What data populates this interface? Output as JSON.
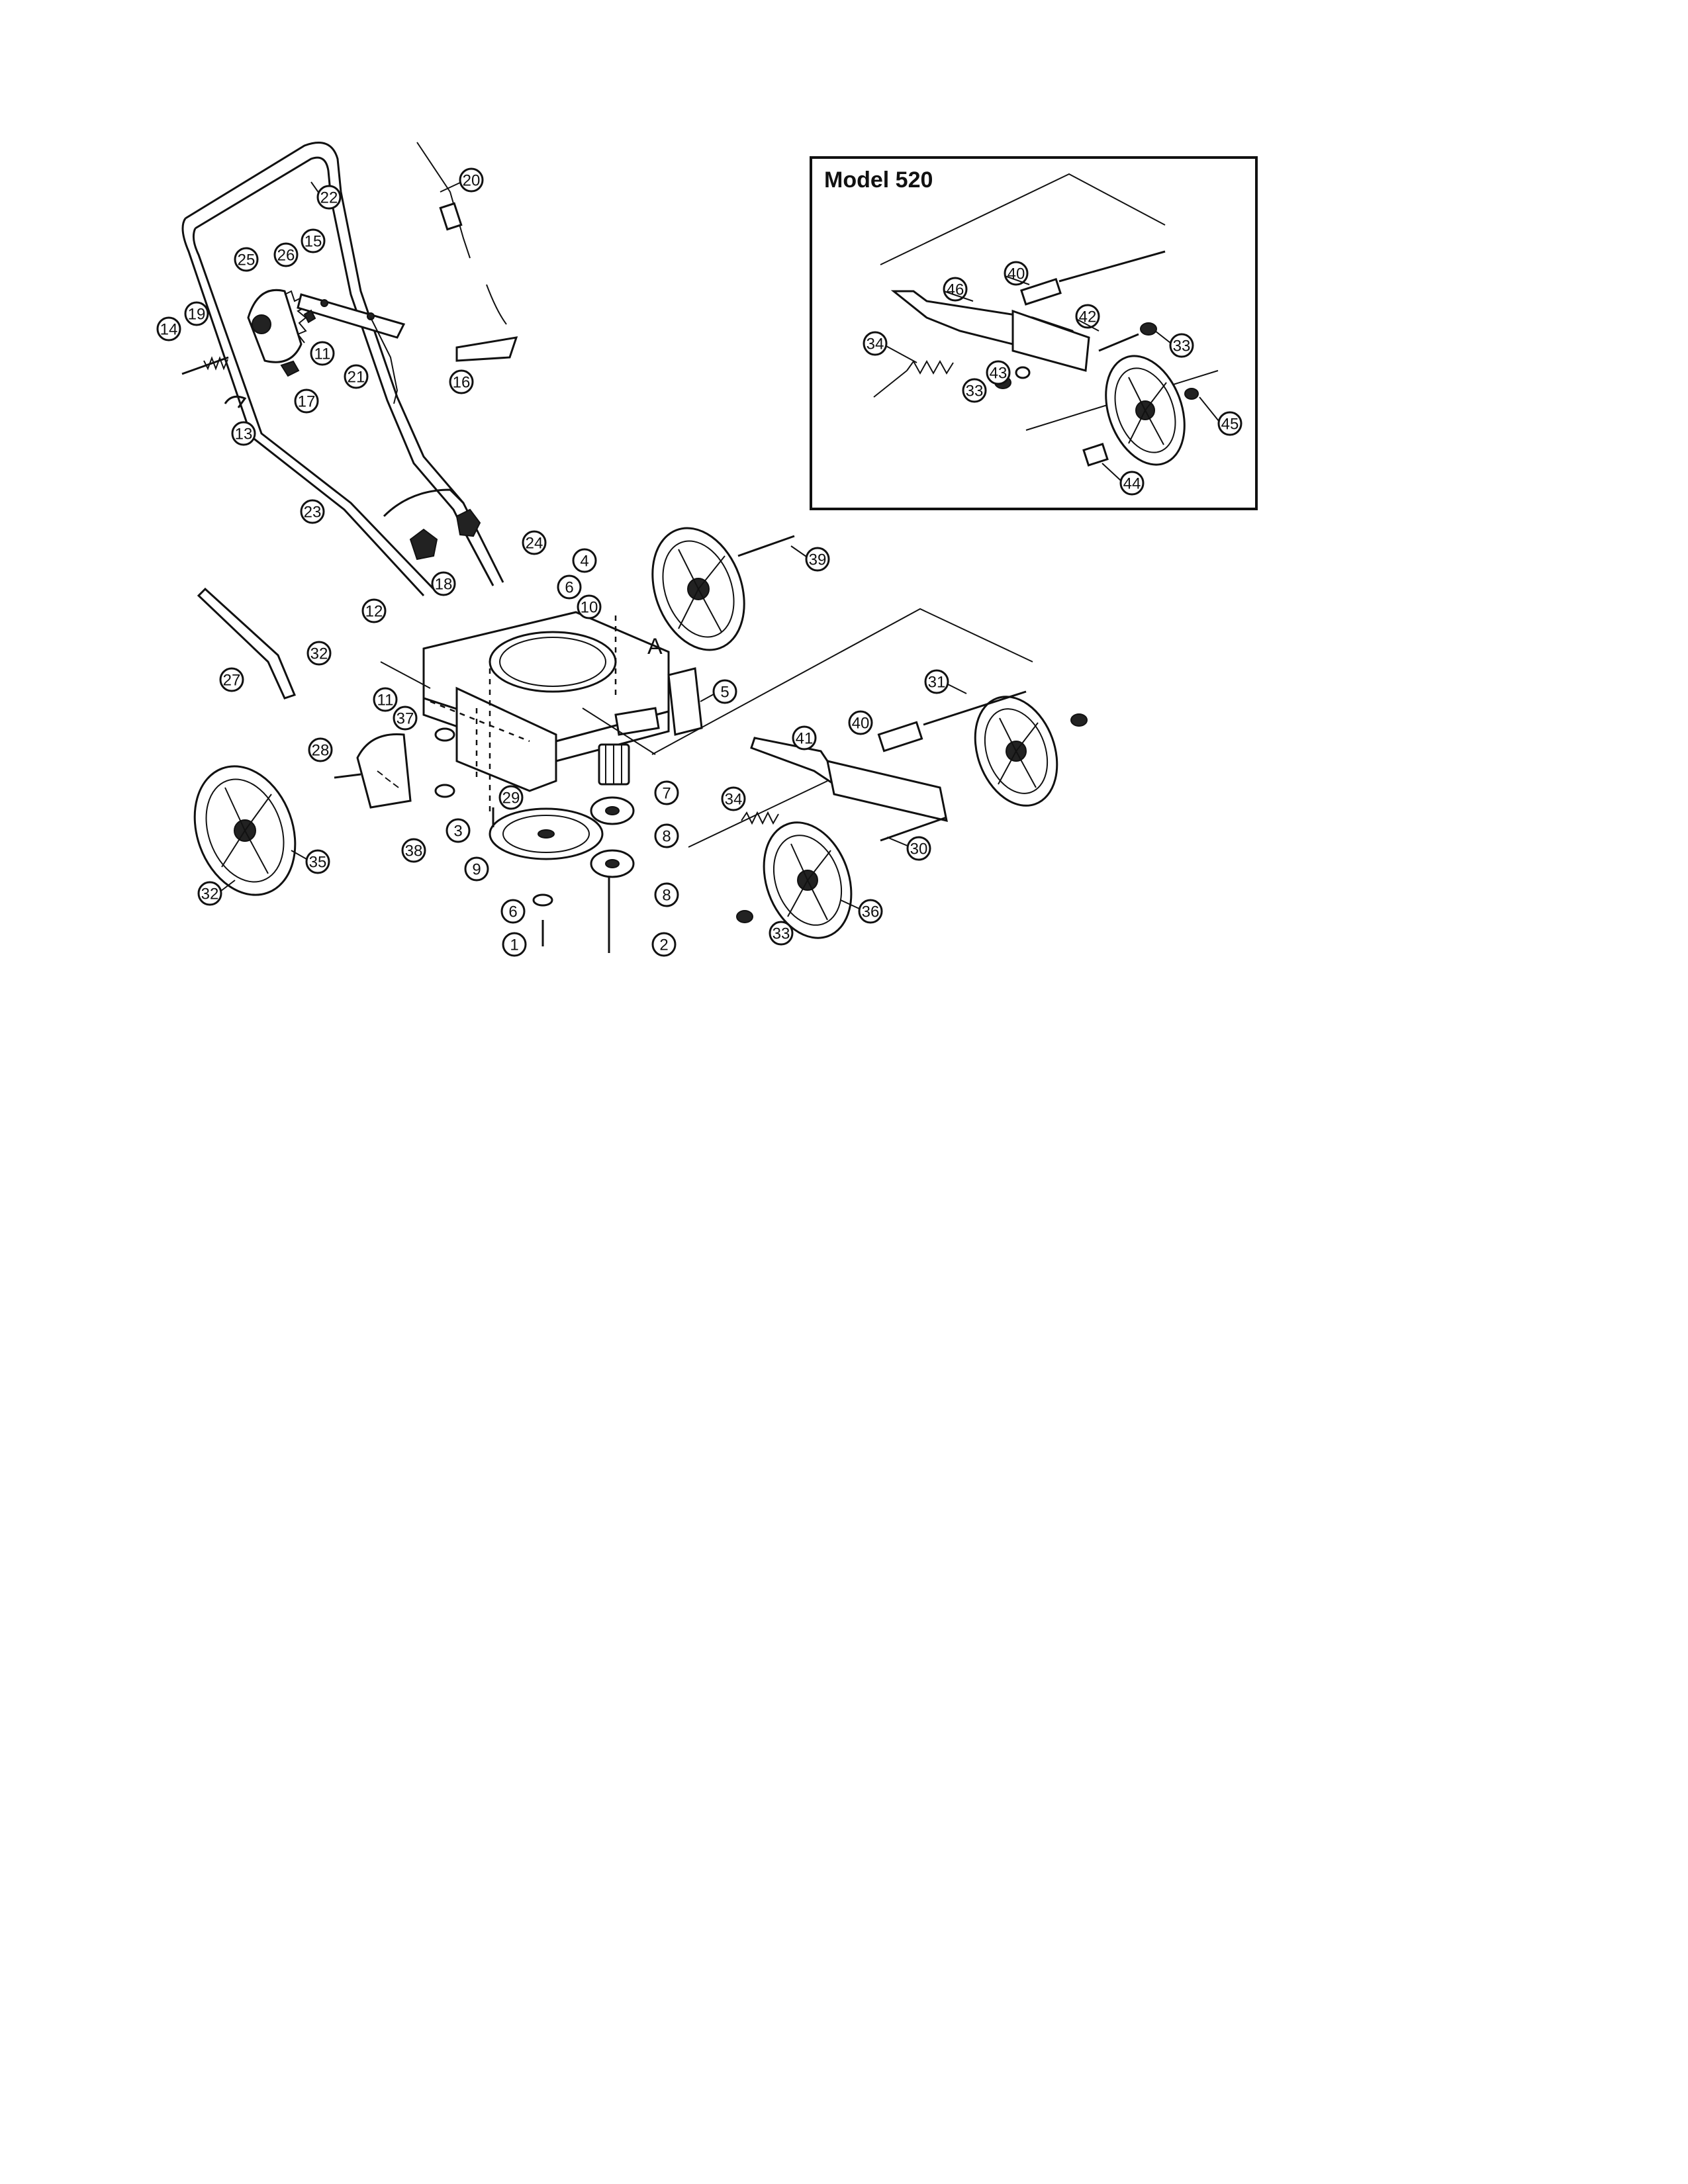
{
  "inset": {
    "title": "Model 520",
    "callouts": [
      "40",
      "46",
      "42",
      "33",
      "34",
      "43",
      "33",
      "45",
      "44"
    ]
  },
  "main": {
    "reference_letter": "A",
    "callouts": [
      "20",
      "22",
      "25",
      "26",
      "15",
      "14",
      "19",
      "11",
      "21",
      "16",
      "17",
      "13",
      "23",
      "24",
      "18",
      "12",
      "4",
      "6",
      "10",
      "39",
      "32",
      "27",
      "11",
      "37",
      "5",
      "31",
      "28",
      "40",
      "41",
      "34",
      "29",
      "7",
      "3",
      "38",
      "35",
      "8",
      "30",
      "9",
      "32",
      "8",
      "36",
      "6",
      "33",
      "1",
      "2"
    ]
  }
}
